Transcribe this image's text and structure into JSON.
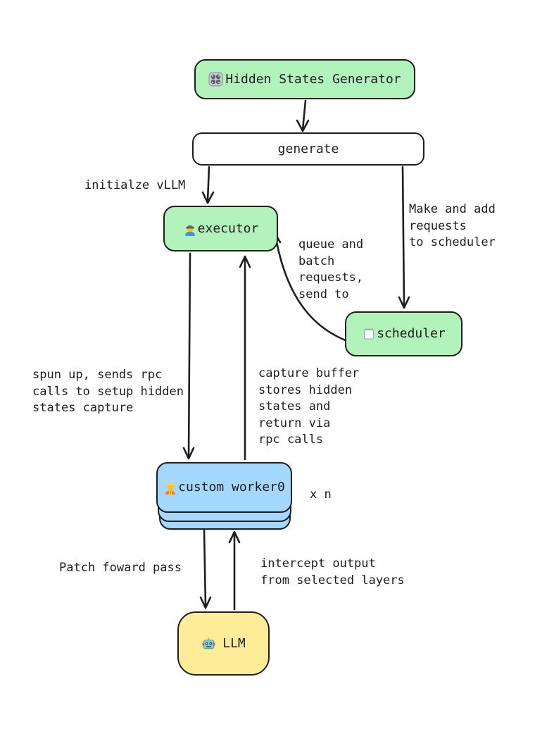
{
  "diagram": {
    "nodes": {
      "hidden_states_generator": {
        "label": "Hidden States Generator",
        "icon": "control-knobs"
      },
      "generate": {
        "label": "generate"
      },
      "executor": {
        "label": "executor",
        "icon": "technician"
      },
      "scheduler": {
        "label": "scheduler",
        "icon": "notepad"
      },
      "custom_worker": {
        "label": "custom worker0",
        "icon": "construction-worker",
        "multiplier": "x n"
      },
      "llm": {
        "label": "LLM",
        "icon": "robot"
      }
    },
    "annotations": {
      "initialize_vllm": "initialze vLLM",
      "make_requests": "Make and add\nrequests\nto scheduler",
      "queue_batch": "queue and\nbatch\nrequests,\nsend to",
      "spun_up": "spun up, sends rpc\ncalls to setup hidden\nstates capture",
      "capture_buffer": "capture buffer\nstores hidden\nstates and\nreturn via\nrpc calls",
      "patch_forward": "Patch foward pass",
      "intercept_output": "intercept output\nfrom selected layers"
    },
    "colors": {
      "green": "#b2f2bb",
      "blue": "#a5d8ff",
      "yellow": "#ffec99",
      "white": "#ffffff",
      "stroke": "#1e1e1e"
    }
  }
}
